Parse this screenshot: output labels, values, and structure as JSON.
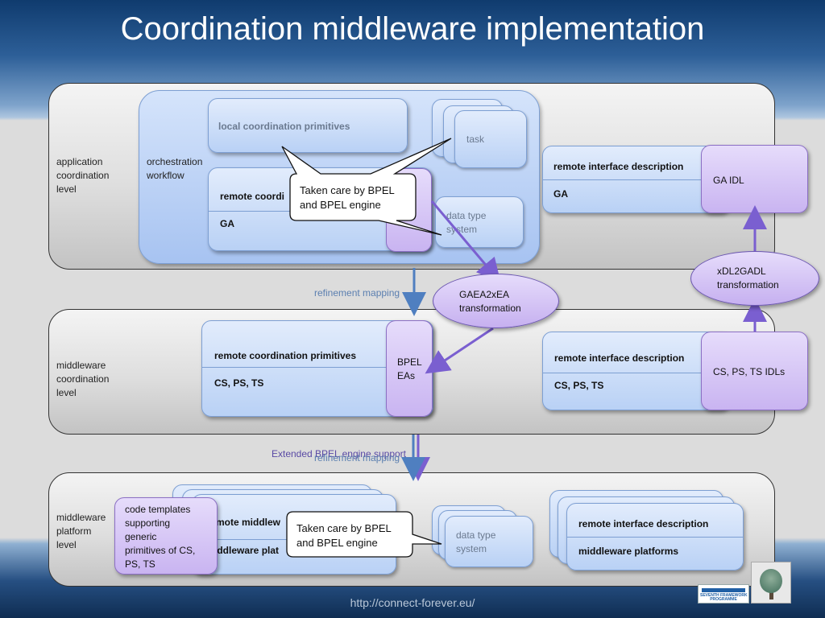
{
  "title": "Coordination middleware implementation",
  "footer_url": "http://connect-forever.eu/",
  "levels": {
    "application": "application\ncoordination\nlevel",
    "middleware": "middleware\ncoordination\nlevel",
    "platform": "middleware\nplatform\nlevel"
  },
  "orchestration": "orchestration\nworkflow",
  "app": {
    "local_primitives": "local coordination primitives",
    "task": "task",
    "remote_coord": "remote coordi",
    "ga": "GA",
    "data_type": "data type\nsystem",
    "remote_interface": "remote interface description",
    "ga2": "GA",
    "ga_idl": "GA IDL"
  },
  "callout1": "Taken care by BPEL\nand BPEL engine",
  "callout2": "Taken care by BPEL\nand BPEL engine",
  "ellipses": {
    "gaea": "GAEA2xEA\ntransformation",
    "xdl": "xDL2GADL\ntransformation"
  },
  "mappings": {
    "refinement1": "refinement mapping",
    "extended": "Extended BPEL engine support",
    "refinement2": "refinement mapping"
  },
  "mid": {
    "remote_coord": "remote coordination primitives",
    "cs_ps_ts": "CS, PS, TS",
    "bpel_eas": "BPEL\nEAs",
    "remote_interface": "remote interface description",
    "cs_ps_ts2": "CS, PS, TS",
    "idls": "CS, PS, TS IDLs"
  },
  "plat": {
    "code_templates": "code templates\nsupporting\ngeneric\nprimitives of CS,\nPS, TS",
    "remote_middle": "mote middlew",
    "middleware_plat": "iddleware plat",
    "data_type": "data type\nsystem",
    "remote_interface": "remote interface description",
    "middleware_platforms": "middleware platforms"
  },
  "logo_text": "SEVENTH FRAMEWORK\nPROGRAMME"
}
